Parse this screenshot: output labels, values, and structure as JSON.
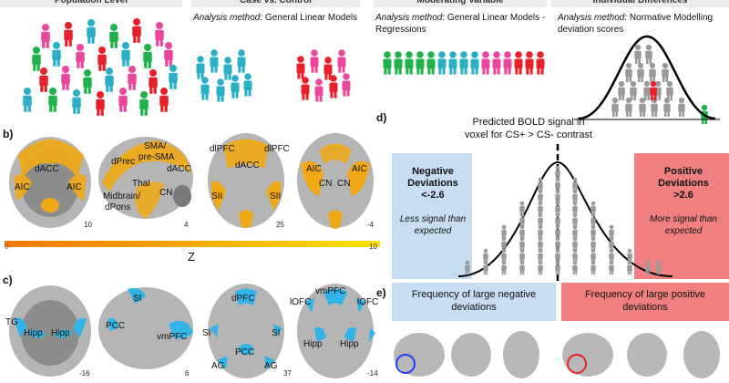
{
  "headers": [
    {
      "text": "Population Level"
    },
    {
      "text": "Case vs. Control"
    },
    {
      "text": "Moderating Variable"
    },
    {
      "text": "Individual Differences"
    }
  ],
  "methods": {
    "control": {
      "prefix": "Analysis method:",
      "text": " General Linear Models"
    },
    "moderating": {
      "prefix": "Analysis method:",
      "text": " General Linear Models  - Regressions"
    },
    "individual": {
      "prefix": "Analysis method:",
      "text": " Normative Modelling deviation scores"
    }
  },
  "panel_b": {
    "label": "b)",
    "brains": [
      {
        "slice": "10",
        "labels": [
          "dACC",
          "AIC",
          "AIC"
        ]
      },
      {
        "slice": "4",
        "labels": [
          "SMA/",
          "pre-SMA",
          "dPrec",
          "dACC",
          "Thal",
          "CN",
          "Midbrain/",
          "dPons"
        ]
      },
      {
        "slice": "25",
        "labels": [
          "dlPFC",
          "dlPFC",
          "dACC",
          "SII",
          "SII"
        ]
      },
      {
        "slice": "-4",
        "labels": [
          "AIC",
          "AIC",
          "CN",
          "CN"
        ]
      }
    ],
    "colorbar": {
      "min": "0",
      "max": "10",
      "label": "Z"
    }
  },
  "panel_c": {
    "label": "c)",
    "brains": [
      {
        "slice": "-16",
        "labels": [
          "TG",
          "Hipp",
          "Hipp"
        ]
      },
      {
        "slice": "6",
        "labels": [
          "SI",
          "PCC",
          "vmPFC"
        ]
      },
      {
        "slice": "37",
        "labels": [
          "dPFC",
          "SI",
          "SI",
          "PCC",
          "AG",
          "AG"
        ]
      },
      {
        "slice": "-14",
        "labels": [
          "vmPFC",
          "lOFC",
          "lOFC",
          "Hipp",
          "Hipp"
        ]
      }
    ]
  },
  "panel_d": {
    "label": "d)",
    "title_line1": "Predicted BOLD signal in",
    "title_line2": "voxel for CS+ > CS- contrast",
    "negative": {
      "title1": "Negative",
      "title2": "Deviations",
      "threshold": "<-2.6",
      "desc1": "Less signal than",
      "desc2": "expected"
    },
    "positive": {
      "title1": "Positive",
      "title2": "Deviations",
      "threshold": ">2.6",
      "desc1": "More signal than",
      "desc2": "expected"
    }
  },
  "panel_e": {
    "label": "e)",
    "negative_freq1": "Frequency of large negative",
    "negative_freq2": "deviations",
    "positive_freq1": "Frequency of large positive",
    "positive_freq2": "deviations"
  },
  "colors": {
    "red": "#e8202a",
    "pink": "#e8479c",
    "teal": "#2ab0c5",
    "green": "#1fb24a",
    "gray": "#9a9a9a",
    "orange": "#f5a623",
    "blue": "#33b4e8",
    "neg_box": "#c8ddf2",
    "pos_box": "#f08080"
  }
}
